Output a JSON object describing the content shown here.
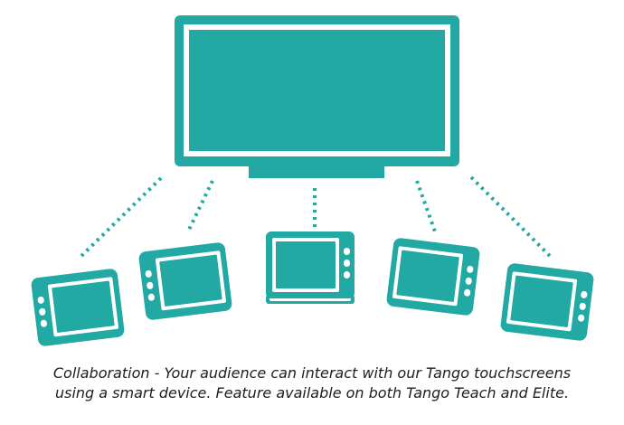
{
  "colors": {
    "accent": "#22a9a4",
    "inner": "#ffffff",
    "text": "#1e1e1e"
  },
  "icons": {
    "display": "interactive-touchscreen-icon",
    "devices": "tablet-icon",
    "links": "dotted-connection-line"
  },
  "devices": [
    {
      "name": "tablet-1"
    },
    {
      "name": "tablet-2"
    },
    {
      "name": "tablet-3"
    },
    {
      "name": "tablet-4"
    },
    {
      "name": "tablet-5"
    }
  ],
  "caption": {
    "line1": "Collaboration - Your audience can interact with our Tango touchscreens",
    "line2": "using a smart device. Feature available on both Tango Teach and Elite."
  }
}
